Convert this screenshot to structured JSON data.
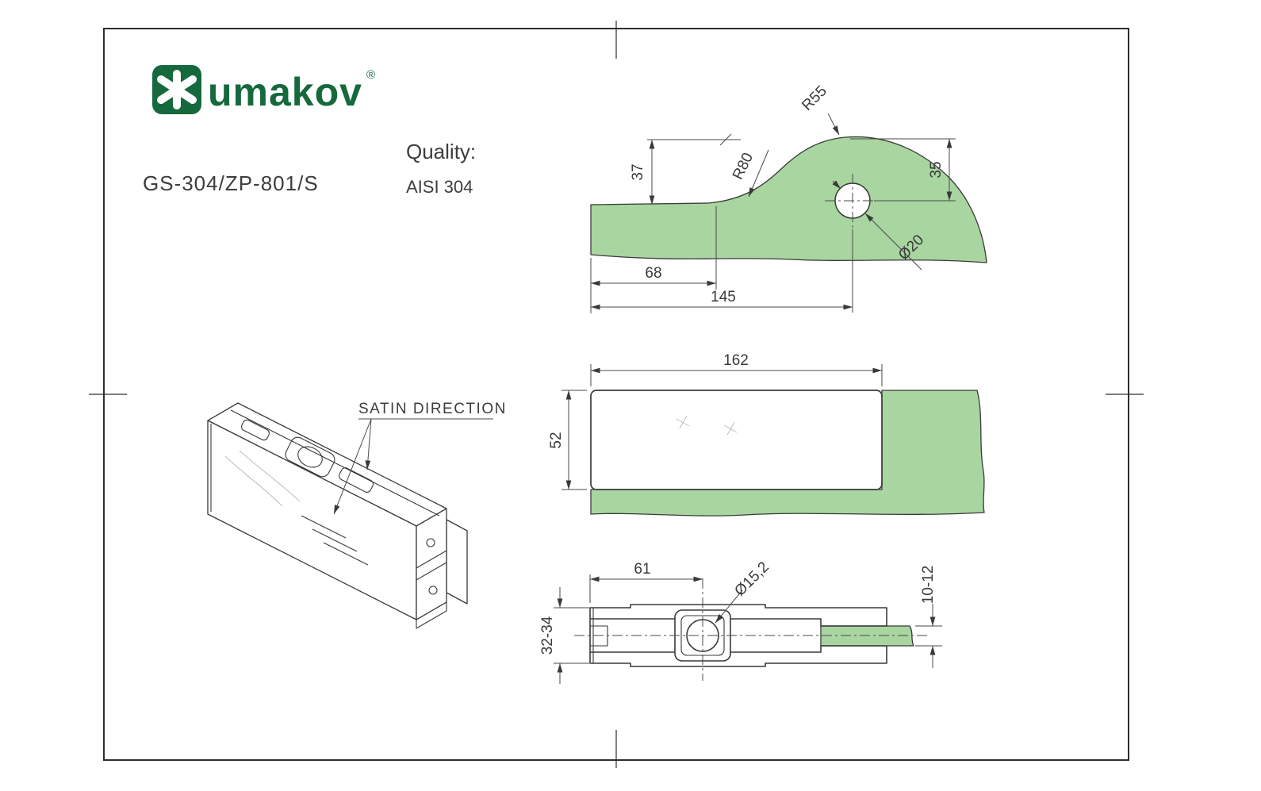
{
  "header": {
    "brand": "umakov",
    "registered_mark": "®",
    "product_code": "GS-304/ZP-801/S",
    "quality_label": "Quality:",
    "quality_value": "AISI 304"
  },
  "iso_view": {
    "satin_direction_label": "SATIN DIRECTION"
  },
  "top_view": {
    "radius_top": "R55",
    "radius_curve": "R80",
    "rise_left": "37",
    "edge_to_hole_vertical": "35",
    "hole_diameter": "Ø20",
    "length_to_curve": "68",
    "length_to_hole": "145"
  },
  "plan_view": {
    "plate_length": "162",
    "plate_width": "52"
  },
  "section_view": {
    "hole_center_offset": "61",
    "pivot_hole_diameter": "Ø15,2",
    "fitting_thickness": "32-34",
    "glass_thickness": "10-12"
  },
  "colors": {
    "glass_green": "#a8d5a0",
    "brand_green": "#15693c",
    "line_dark": "#3a3a3a"
  }
}
